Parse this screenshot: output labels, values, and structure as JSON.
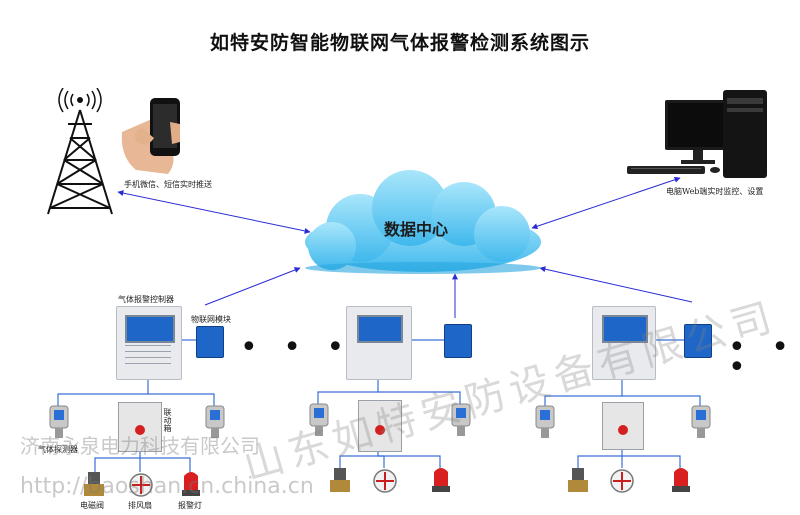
{
  "title": "如特安防智能物联网气体报警检测系统图示",
  "cloud": {
    "label": "数据中心"
  },
  "labels": {
    "mobile_push": "手机微信、短信实时推送",
    "pc_web": "电脑Web端实时监控、设置",
    "gas_controller": "气体报警控制器",
    "iot_module": "物联网模块",
    "gas_detector": "气体探测器",
    "linkage_box": "联动箱",
    "solenoid_valve": "电磁阀",
    "exhaust_fan": "排风扇",
    "alarm_light": "报警灯"
  },
  "ellipsis": {
    "text": "• • •"
  },
  "watermark": {
    "brand": "山东如特安防设备有限公司",
    "company": "济南永泉电力科技有限公司",
    "url": "http://baoshan.cn.china.cn"
  },
  "colors": {
    "link_blue": "#2b2bd6",
    "wire_blue": "#3a6fd8",
    "cloud": "#5cc8f2",
    "device_blue": "#1e66c8"
  },
  "icons": [
    "radio-tower-icon",
    "smartphone-hand-icon",
    "desktop-computer-icon",
    "cloud-icon",
    "gas-controller-icon",
    "iot-module-icon",
    "gas-detector-icon",
    "linkage-box-icon",
    "solenoid-valve-icon",
    "exhaust-fan-icon",
    "alarm-light-icon"
  ]
}
